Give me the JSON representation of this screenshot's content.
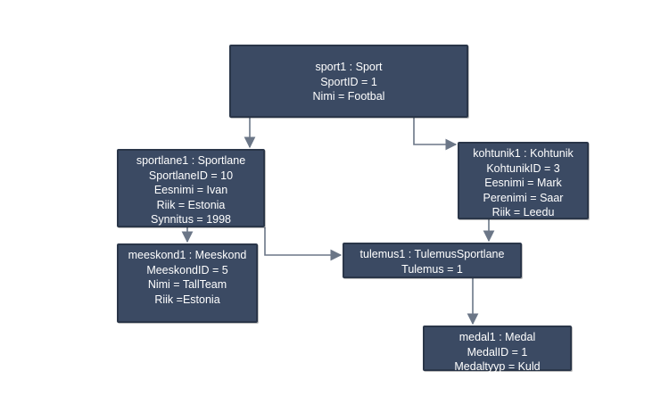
{
  "nodes": {
    "sport1": {
      "title": "sport1 : Sport",
      "attrs": [
        "SportID = 1",
        "Nimi = Footbal"
      ]
    },
    "sportlane1": {
      "title": "sportlane1 : Sportlane",
      "attrs": [
        "SportlaneID = 10",
        "Eesnimi = Ivan",
        "Riik = Estonia",
        "Synnitus = 1998"
      ]
    },
    "kohtunik1": {
      "title": "kohtunik1 : Kohtunik",
      "attrs": [
        "KohtunikID = 3",
        "Eesnimi = Mark",
        "Perenimi = Saar",
        "Riik = Leedu"
      ]
    },
    "meeskond1": {
      "title": "meeskond1 : Meeskond",
      "attrs": [
        "MeeskondID = 5",
        "Nimi = TallTeam",
        "Riik =Estonia"
      ]
    },
    "tulemus1": {
      "title": "tulemus1 : TulemusSportlane",
      "attrs": [
        "Tulemus = 1"
      ]
    },
    "medal1": {
      "title": "medal1 : Medal",
      "attrs": [
        "MedalID = 1",
        "Medaltyyp = Kuld"
      ]
    }
  },
  "colors": {
    "node_fill": "#3b4a63",
    "node_border": "#2a3649",
    "node_text": "#ffffff",
    "connector": "#6b7687"
  }
}
